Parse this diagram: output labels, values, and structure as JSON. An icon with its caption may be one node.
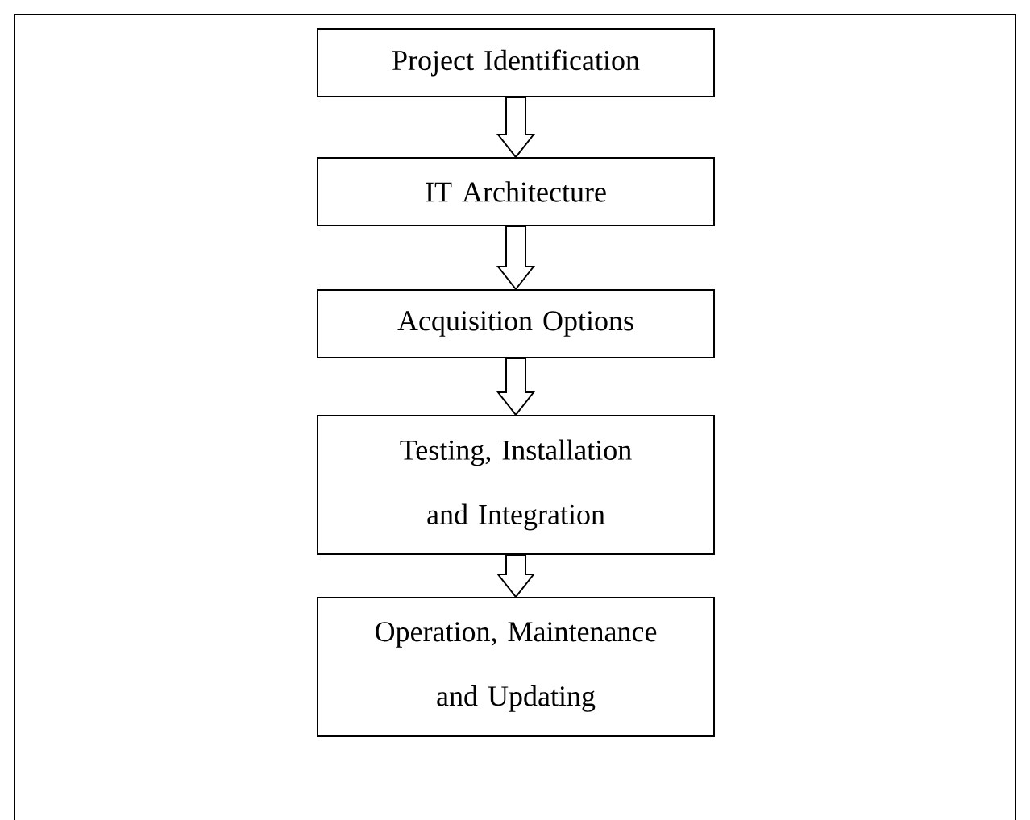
{
  "diagram": {
    "nodes": [
      {
        "text": [
          "Project Identification"
        ]
      },
      {
        "text": [
          "IT Architecture"
        ]
      },
      {
        "text": [
          "Acquisition Options"
        ]
      },
      {
        "text": [
          "Testing, Installation and Integration"
        ]
      },
      {
        "text": [
          "Operation, Maintenance and Updating"
        ]
      }
    ],
    "edges": [
      {
        "from": 0,
        "to": 1,
        "arrow": "to"
      },
      {
        "from": 1,
        "to": 2,
        "arrow": "to"
      },
      {
        "from": 2,
        "to": 3,
        "arrow": "to"
      },
      {
        "from": 3,
        "to": 4,
        "arrow": "to"
      }
    ]
  }
}
